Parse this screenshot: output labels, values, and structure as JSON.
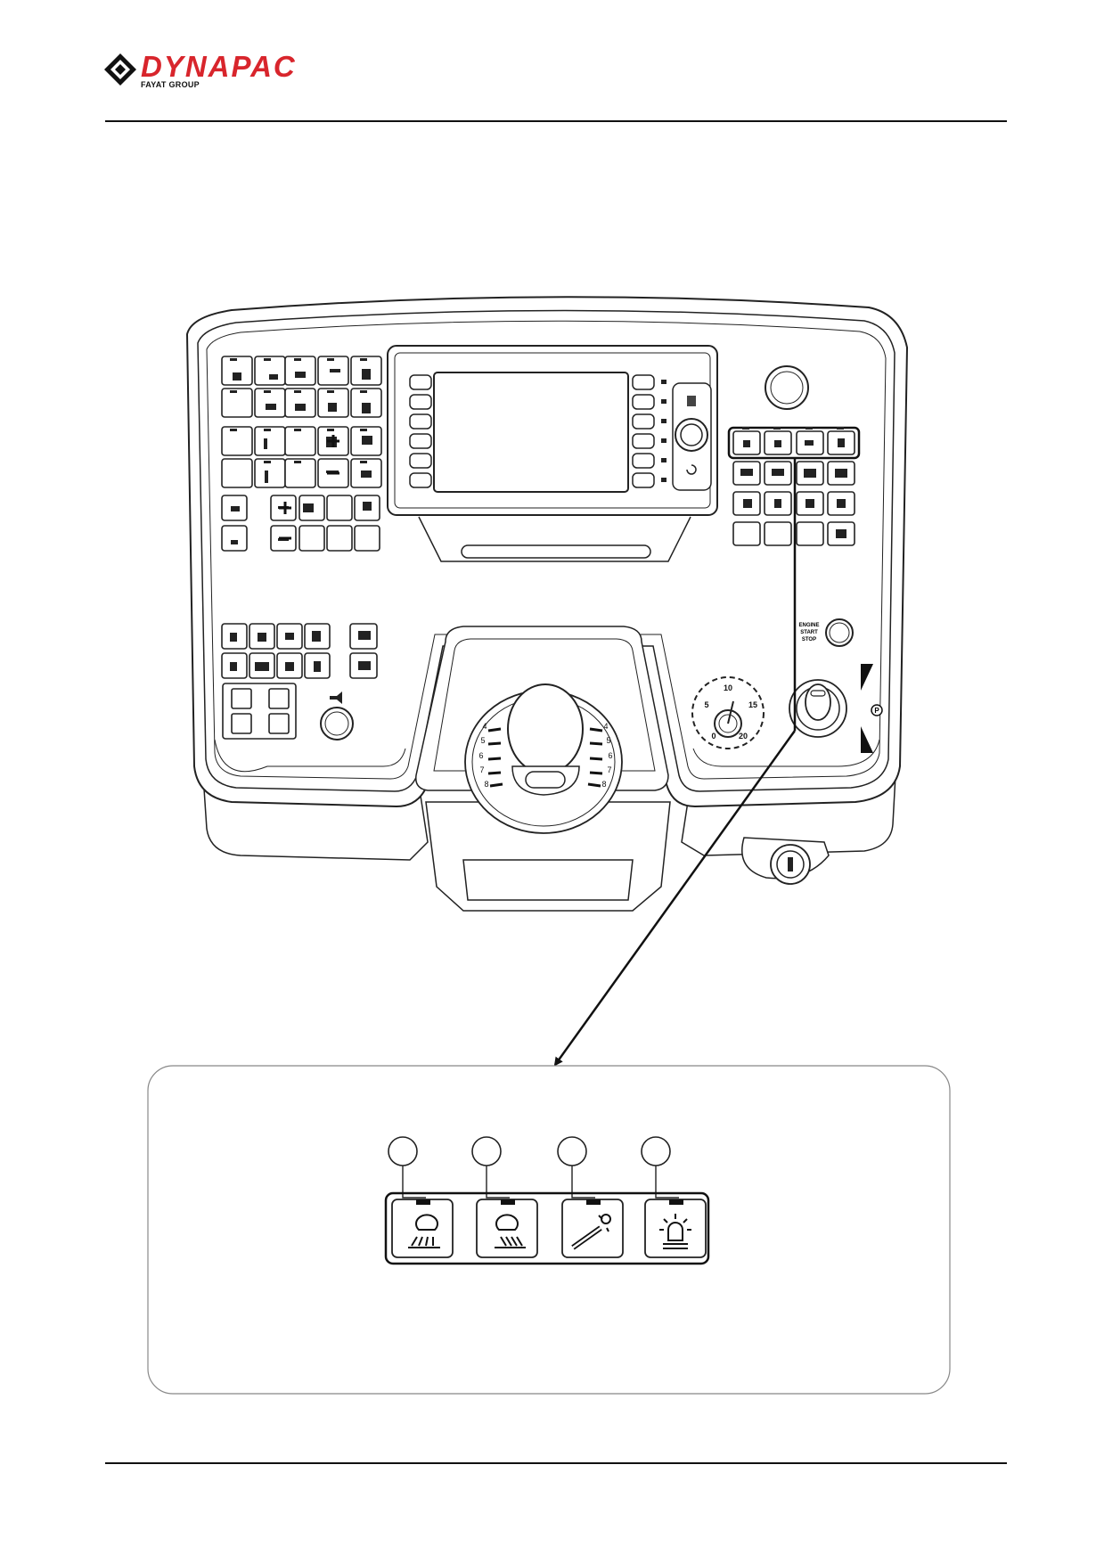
{
  "header": {
    "brand": "DYNAPAC",
    "group": "FAYAT GROUP",
    "colors": {
      "brand_red": "#d8252c",
      "line": "#111111"
    }
  },
  "panel": {
    "start_label": "ENGINE START STOP",
    "speed_dial_ticks": [
      "10",
      "5",
      "15",
      "0",
      "20"
    ],
    "amplitude_left_ticks": [
      "4",
      "5",
      "6",
      "7",
      "8"
    ],
    "amplitude_right_ticks": [
      "4",
      "5",
      "6",
      "7",
      "8"
    ],
    "park_symbol": "P"
  },
  "detail": {
    "button_icons": [
      "work-light-front-icon",
      "work-light-rear-icon",
      "side-light-icon",
      "beacon-icon"
    ]
  }
}
